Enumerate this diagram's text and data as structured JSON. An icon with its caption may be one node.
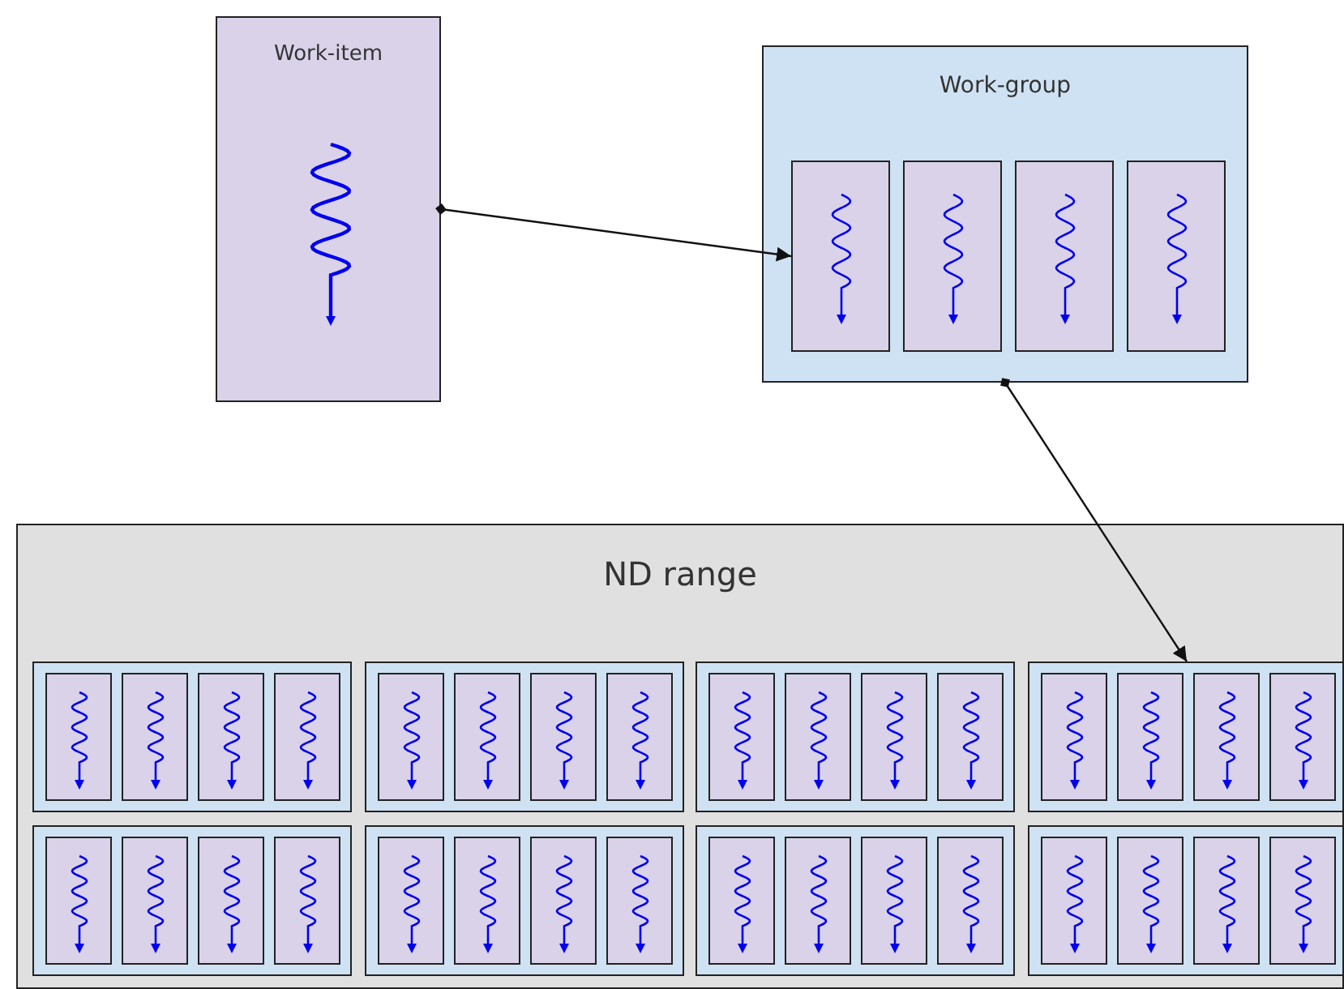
{
  "diagram": {
    "nodes": [
      {
        "text": [
          "Work-item"
        ]
      },
      {
        "text": [
          "Work-group"
        ]
      },
      {
        "text": [],
        "shape": "box",
        "in": 1
      },
      {
        "text": [],
        "shape": "box",
        "in": 1
      },
      {
        "text": [],
        "shape": "box",
        "in": 1
      },
      {
        "text": [],
        "shape": "box",
        "in": 1
      },
      {
        "text": [
          "ND range"
        ]
      },
      {
        "text": [],
        "shape": "box",
        "in": 6
      },
      {
        "text": [],
        "shape": "box",
        "in": 7
      },
      {
        "text": [],
        "shape": "box",
        "in": 7
      },
      {
        "text": [],
        "shape": "box",
        "in": 7
      },
      {
        "text": [],
        "shape": "box",
        "in": 7
      },
      {
        "text": [],
        "shape": "box",
        "in": 6
      },
      {
        "text": [],
        "shape": "box",
        "in": 12
      },
      {
        "text": [],
        "shape": "box",
        "in": 12
      },
      {
        "text": [],
        "shape": "box",
        "in": 12
      },
      {
        "text": [],
        "shape": "box",
        "in": 12
      },
      {
        "text": [],
        "shape": "box",
        "in": 6
      },
      {
        "text": [],
        "shape": "box",
        "in": 17
      },
      {
        "text": [],
        "shape": "box",
        "in": 17
      },
      {
        "text": [],
        "shape": "box",
        "in": 17
      },
      {
        "text": [],
        "shape": "box",
        "in": 17
      },
      {
        "text": [],
        "shape": "box",
        "in": 6
      },
      {
        "text": [],
        "shape": "box",
        "in": 22
      },
      {
        "text": [],
        "shape": "box",
        "in": 22
      },
      {
        "text": [],
        "shape": "box",
        "in": 22
      },
      {
        "text": [],
        "shape": "box",
        "in": 22
      },
      {
        "text": [],
        "shape": "box",
        "in": 6
      },
      {
        "text": [],
        "shape": "box",
        "in": 27
      },
      {
        "text": [],
        "shape": "box",
        "in": 27
      },
      {
        "text": [],
        "shape": "box",
        "in": 27
      },
      {
        "text": [],
        "shape": "box",
        "in": 27
      },
      {
        "text": [],
        "shape": "box",
        "in": 6
      },
      {
        "text": [],
        "shape": "box",
        "in": 32
      },
      {
        "text": [],
        "shape": "box",
        "in": 32
      },
      {
        "text": [],
        "shape": "box",
        "in": 32
      },
      {
        "text": [],
        "shape": "box",
        "in": 32
      },
      {
        "text": [],
        "shape": "box",
        "in": 6
      },
      {
        "text": [],
        "shape": "box",
        "in": 37
      },
      {
        "text": [],
        "shape": "box",
        "in": 37
      },
      {
        "text": [],
        "shape": "box",
        "in": 37
      },
      {
        "text": [],
        "shape": "box",
        "in": 37
      },
      {
        "text": [],
        "shape": "box",
        "in": 6
      },
      {
        "text": [],
        "shape": "box",
        "in": 42
      },
      {
        "text": [],
        "shape": "box",
        "in": 42
      },
      {
        "text": [],
        "shape": "box",
        "in": 42
      },
      {
        "text": [],
        "shape": "box",
        "in": 42
      }
    ],
    "edges": [
      {
        "from": 0,
        "to": 2,
        "arrow": "to"
      },
      {
        "from": 1,
        "to": 22,
        "arrow": "to"
      }
    ]
  }
}
